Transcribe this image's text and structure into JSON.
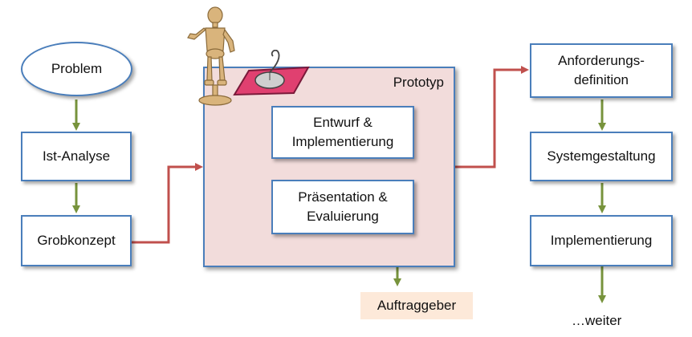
{
  "nodes": {
    "problem": "Problem",
    "ist_analyse": "Ist-Analyse",
    "grobkonzept": "Grobkonzept",
    "prototyp": "Prototyp",
    "entwurf": "Entwurf &\nImplementierung",
    "praesentation": "Präsentation &\nEvaluierung",
    "auftraggeber": "Auftraggeber",
    "anforderung": "Anforderungs-\ndefinition",
    "systemgestaltung": "Systemgestaltung",
    "implementierung": "Implementierung",
    "weiter": "…weiter"
  },
  "colors": {
    "box_border": "#4a7ebb",
    "arrow_green": "#77933c",
    "arrow_red": "#c0504d",
    "prototype_fill": "#f2dcdb",
    "client_fill": "#fde9d9",
    "mousepad": "#e04070"
  },
  "icons": [
    "wooden-mannequin-icon",
    "computer-mouse-icon"
  ]
}
